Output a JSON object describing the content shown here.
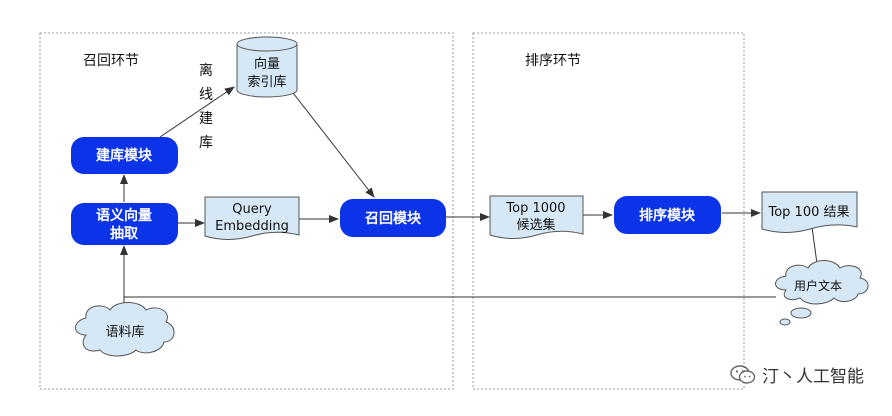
{
  "sections": {
    "recall": "召回环节",
    "ranking": "排序环节"
  },
  "nodes": {
    "vector_db": [
      "向量",
      "索引库"
    ],
    "offline": [
      "离",
      "线",
      "建",
      "库"
    ],
    "build_module": "建库模块",
    "semantic_extract": [
      "语义向量",
      "抽取"
    ],
    "query_embedding": [
      "Query",
      "Embedding"
    ],
    "recall_module": "召回模块",
    "top1000": [
      "Top 1000",
      "候选集"
    ],
    "rank_module": "排序模块",
    "top100": "Top 100 结果",
    "user_text": "用户文本",
    "corpus": "语料库"
  },
  "watermark": "汀丶人工智能",
  "colors": {
    "module_fill": "#0b33e8",
    "doc_fill": "#d6e8f5",
    "cylinder_fill": "#d6e8f5",
    "cloud_fill": "#d6e8f5",
    "stroke": "#555555"
  }
}
